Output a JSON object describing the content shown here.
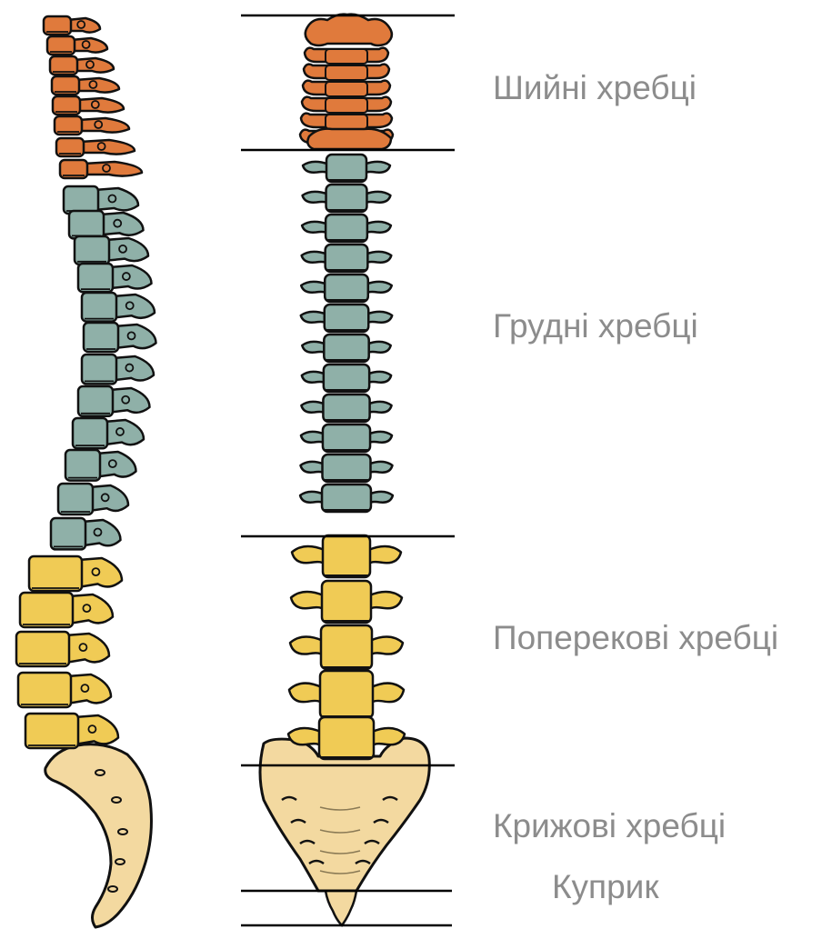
{
  "labels": {
    "cervical": "Шийні хребці",
    "thoracic": "Грудні хребці",
    "lumbar": "Поперекові хребці",
    "sacral": "Крижові хребці",
    "coccyx": "Куприк"
  },
  "colors": {
    "cervical": "#e07a3c",
    "thoracic": "#8fb0a8",
    "lumbar": "#f0cb55",
    "sacral": "#f3d9a0",
    "outline": "#111111",
    "label_text": "#8c8c8c"
  },
  "icons": [
    "side-view-spine-illustration",
    "front-view-spine-illustration"
  ]
}
